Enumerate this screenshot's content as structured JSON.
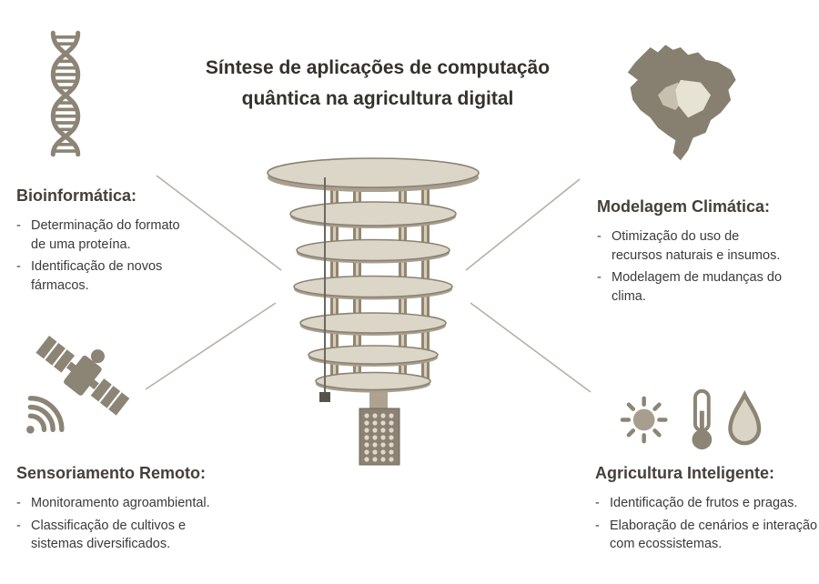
{
  "title": {
    "line1": "Síntese de aplicações de computação",
    "line2": "quântica na agricultura digital"
  },
  "ui": {
    "bullet": "-"
  },
  "sections": {
    "bioinformatica": {
      "heading": "Bioinformática:",
      "items": [
        "Determinação do formato de uma proteína.",
        "Identificação de novos fármacos."
      ]
    },
    "modelagem_climatica": {
      "heading": "Modelagem Climática:",
      "items": [
        "Otimização do uso de recursos naturais e insumos.",
        "Modelagem de mudanças do clima."
      ]
    },
    "sensoriamento_remoto": {
      "heading": "Sensoriamento Remoto:",
      "items": [
        "Monitoramento agroambiental.",
        "Classificação de cultivos e sistemas diversificados."
      ]
    },
    "agricultura_inteligente": {
      "heading": "Agricultura Inteligente:",
      "items": [
        "Identificação de frutos e pragas.",
        "Elaboração de cenários e interação com ecossistemas."
      ]
    }
  },
  "icons": {
    "top_left": "dna-helix-icon",
    "top_right": "brazil-map-icon",
    "bottom_left": "satellite-icon",
    "bottom_right": [
      "sun-icon",
      "thermometer-icon",
      "water-drop-icon"
    ],
    "center": "quantum-computer-illustration"
  },
  "colors": {
    "taupe": "#8b8273",
    "beige": "#dbd6c7",
    "text": "#3a3733",
    "connector": "#b5b1a8",
    "background": "#ffffff"
  }
}
